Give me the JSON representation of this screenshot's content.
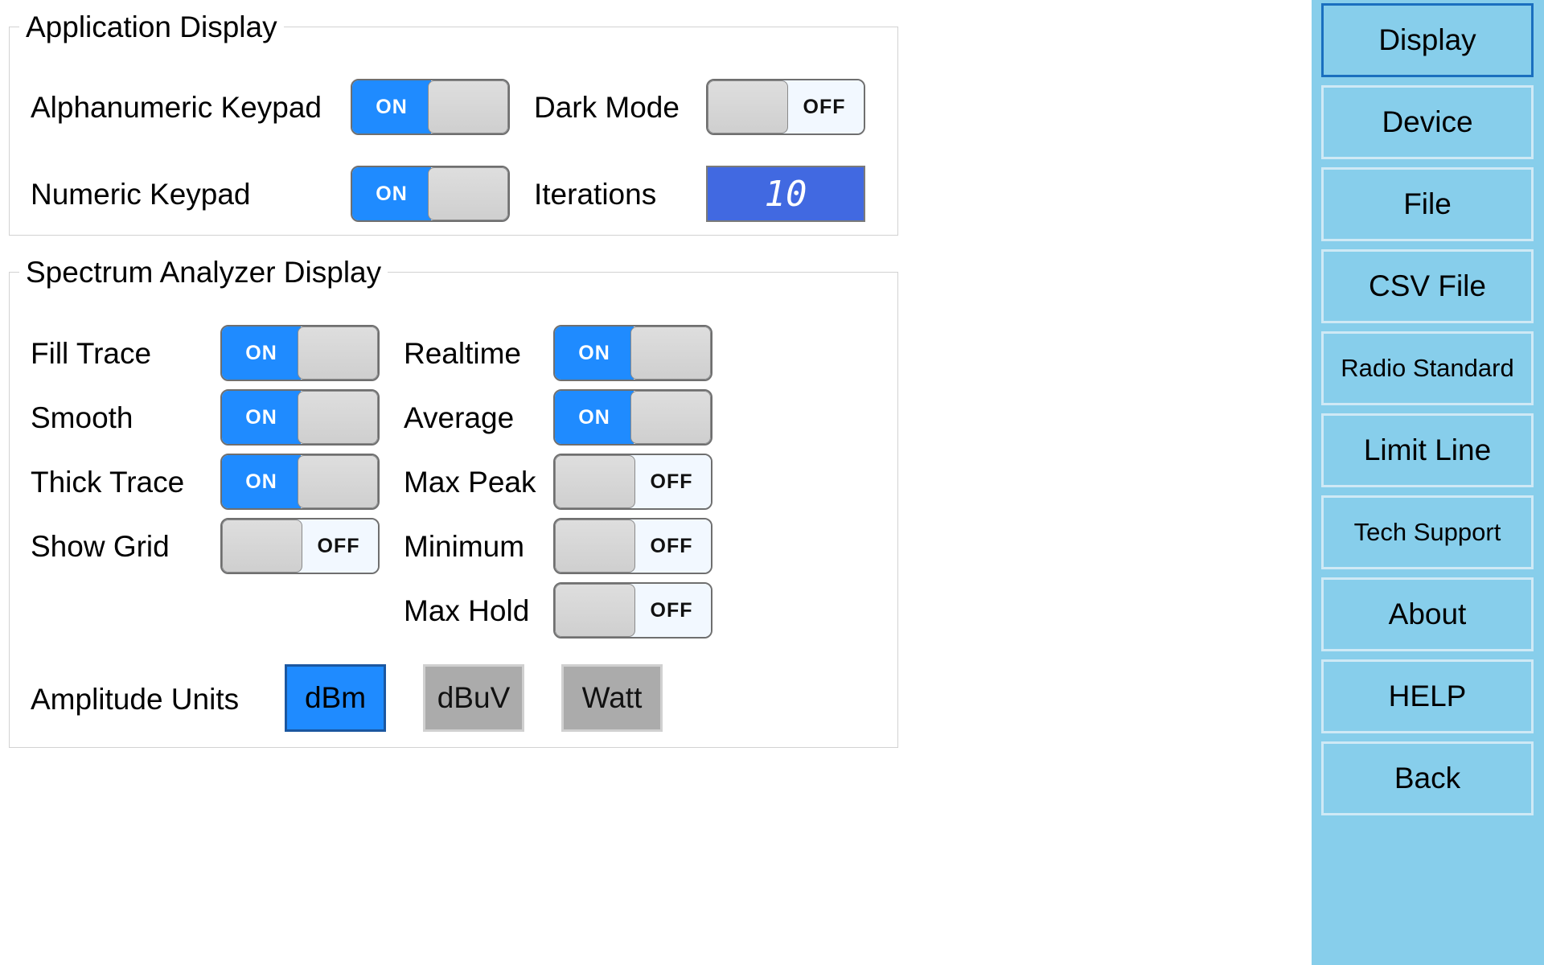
{
  "app_display": {
    "title": "Application Display",
    "alphanumeric_keypad": {
      "label": "Alphanumeric Keypad",
      "state": "ON"
    },
    "dark_mode": {
      "label": "Dark Mode",
      "state": "OFF"
    },
    "numeric_keypad": {
      "label": "Numeric Keypad",
      "state": "ON"
    },
    "iterations": {
      "label": "Iterations",
      "value": "10"
    }
  },
  "spectrum_display": {
    "title": "Spectrum Analyzer Display",
    "fill_trace": {
      "label": "Fill Trace",
      "state": "ON"
    },
    "smooth": {
      "label": "Smooth",
      "state": "ON"
    },
    "thick_trace": {
      "label": "Thick Trace",
      "state": "ON"
    },
    "show_grid": {
      "label": "Show Grid",
      "state": "OFF"
    },
    "realtime": {
      "label": "Realtime",
      "state": "ON"
    },
    "average": {
      "label": "Average",
      "state": "ON"
    },
    "max_peak": {
      "label": "Max Peak",
      "state": "OFF"
    },
    "minimum": {
      "label": "Minimum",
      "state": "OFF"
    },
    "max_hold": {
      "label": "Max Hold",
      "state": "OFF"
    },
    "amplitude_units": {
      "label": "Amplitude Units",
      "options": [
        "dBm",
        "dBuV",
        "Watt"
      ],
      "selected": "dBm"
    }
  },
  "toggle_text": {
    "on": "ON",
    "off": "OFF"
  },
  "sidebar": {
    "items": [
      {
        "label": "Display"
      },
      {
        "label": "Device"
      },
      {
        "label": "File"
      },
      {
        "label": "CSV File"
      },
      {
        "label": "Radio Standard"
      },
      {
        "label": "Limit Line"
      },
      {
        "label": "Tech Support"
      },
      {
        "label": "About"
      },
      {
        "label": "HELP"
      },
      {
        "label": "Back"
      }
    ],
    "active": "Display"
  },
  "colors": {
    "toggle_on": "#1f8bff",
    "iterations_bg": "#4169e1",
    "sidebar_bg": "#87ceeb",
    "unit_selected": "#1f8bff",
    "unit_unselected": "#ababab"
  }
}
